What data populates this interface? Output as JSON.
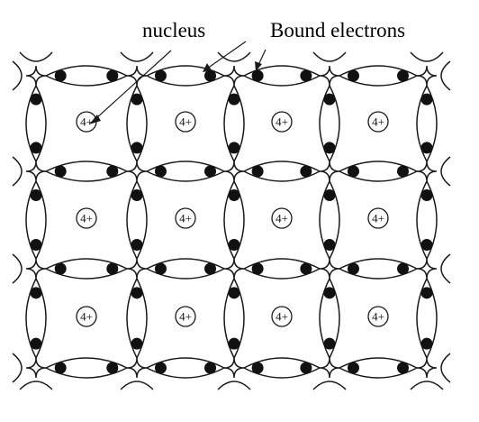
{
  "labels": {
    "nucleus": "nucleus",
    "bound_electrons": "Bound electrons"
  },
  "lattice": {
    "rows": 3,
    "columns": 4,
    "nucleus_charge_label": "4+"
  },
  "colors": {
    "line": "#1a1a1a",
    "electron": "#111111",
    "background": "#ffffff"
  }
}
